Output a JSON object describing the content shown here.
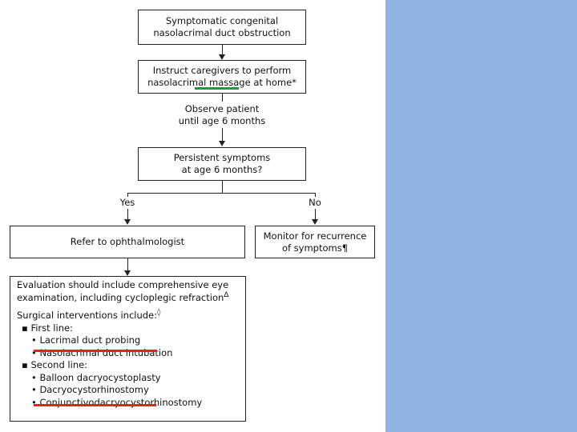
{
  "flowchart": {
    "start": {
      "line1": "Symptomatic congenital",
      "line2": "nasolacrimal duct obstruction"
    },
    "instruct": {
      "line1": "Instruct caregivers to perform",
      "line2": "nasolacrimal massage at home*"
    },
    "observe": {
      "line1": "Observe patient",
      "line2": "until age 6 months"
    },
    "persistent": {
      "line1": "Persistent symptoms",
      "line2": "at age 6 months?"
    },
    "yes_label": "Yes",
    "no_label": "No",
    "refer": "Refer to ophthalmologist",
    "monitor": {
      "line1": "Monitor for recurrence",
      "line2": "of symptoms¶"
    },
    "evaluation": {
      "line1": "Evaluation should include comprehensive eye",
      "line2": "examination, including cycloplegic refraction",
      "line2_mark": "Δ",
      "surgical_heading": "Surgical interventions include:",
      "surgical_mark": "◊",
      "first_line": "First line:",
      "first_items": [
        "Lacrimal duct probing",
        "Nasolacrimal duct intubation"
      ],
      "second_line": "Second line:",
      "second_items": [
        "Balloon dacryocystoplasty",
        "Dacryocystorhinostomy",
        "Conjunctivodacryocystorhinostomy"
      ]
    }
  },
  "colors": {
    "side_panel": "#8fb4e3",
    "red_underline": "#e2231a",
    "green_underline": "#1a9b3c"
  }
}
